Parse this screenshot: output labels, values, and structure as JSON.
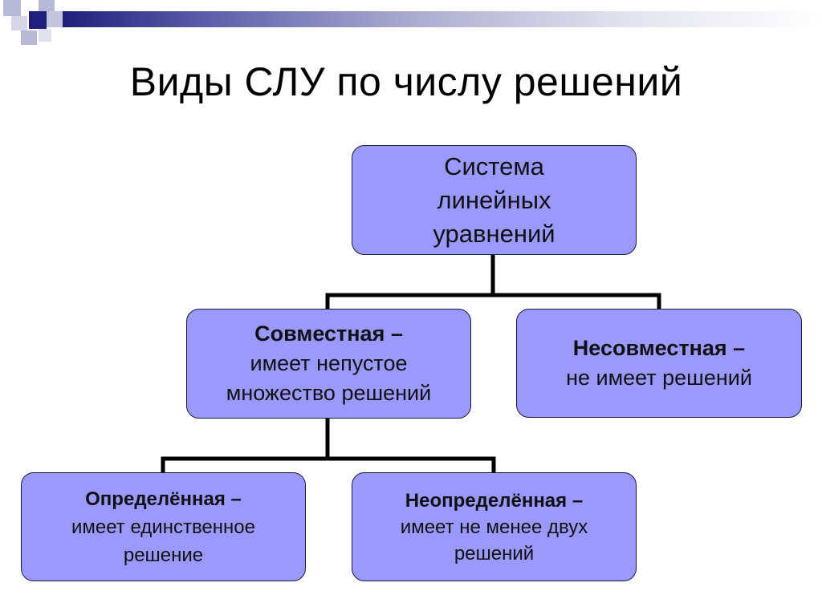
{
  "title": "Виды СЛУ по числу решений",
  "colors": {
    "node_fill": "#9999ff",
    "node_border": "#1a1a33",
    "connector": "#000000",
    "decoration_dark": "#1f1f7a",
    "decoration_light": "#b8b8d8"
  },
  "nodes": {
    "root": {
      "lines": [
        "Система",
        "линейных",
        "уравнений"
      ]
    },
    "joint": {
      "bold": "Совместная",
      "dash": " –",
      "lines": [
        "имеет непустое",
        "множество решений"
      ]
    },
    "inconsistent": {
      "bold": "Несовместная",
      "dash": " –",
      "lines": [
        "не имеет решений"
      ]
    },
    "definite": {
      "bold": "Определённая",
      "dash": " –",
      "lines": [
        "имеет единственное",
        "решение"
      ]
    },
    "indefinite": {
      "bold": "Неопределённая",
      "dash": " –",
      "lines": [
        "имеет не менее двух",
        "решений"
      ]
    }
  }
}
